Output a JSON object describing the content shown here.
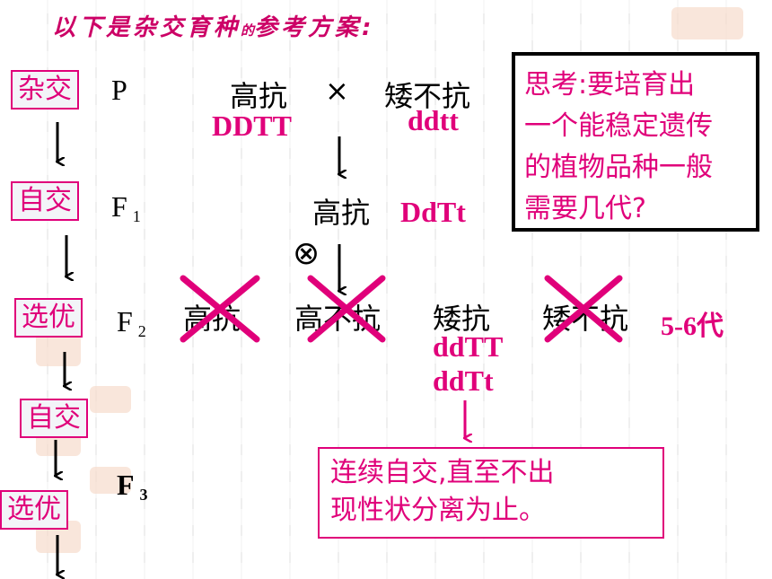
{
  "title": {
    "main": "以下是杂交育种",
    "small": "的",
    "rest": "参考方案:"
  },
  "stages": [
    "杂交",
    "自交",
    "选优",
    "自交",
    "选优"
  ],
  "generations": {
    "p": "P",
    "f1": "F",
    "f1_sub": "1",
    "f2": "F",
    "f2_sub": "2",
    "f3": "F",
    "f3_sub": "3"
  },
  "parents": {
    "left_pheno": "高抗",
    "cross": "×",
    "right_pheno": "矮不抗",
    "left_geno": "DDTT",
    "right_geno": "ddtt"
  },
  "f1": {
    "pheno": "高抗",
    "geno": "DdTt",
    "selfing_symbol": "⊗"
  },
  "f2": {
    "pheno": [
      "高抗",
      "高不抗",
      "矮抗",
      "矮不抗"
    ],
    "geno": [
      "ddTT",
      "ddTt"
    ]
  },
  "think_box": {
    "line1": "思考:要培育出",
    "line2": "一个能稳定遗传",
    "line3": "的植物品种一般",
    "line4": "需要几代?"
  },
  "answer": "5-6代",
  "note": {
    "line1": "连续自交,直至不出",
    "line2": "现性状分离为止。"
  },
  "colors": {
    "accent": "#e0007a",
    "box_bg": "#f3f4f8"
  }
}
